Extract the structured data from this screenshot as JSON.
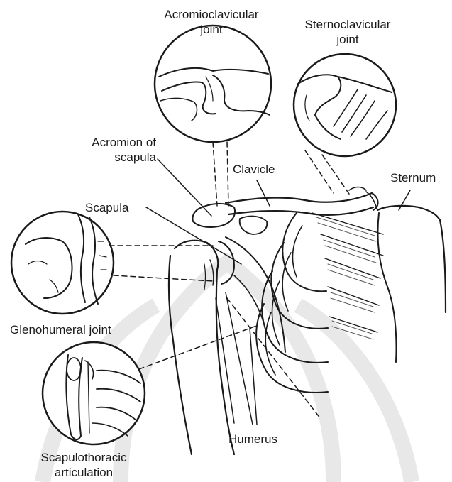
{
  "labels": {
    "acromioclavicular_joint": [
      "Acromioclavicular",
      "joint"
    ],
    "sternoclavicular_joint": [
      "Sternoclavicular",
      "joint"
    ],
    "acromion_of_scapula": [
      "Acromion of",
      "scapula"
    ],
    "clavicle": "Clavicle",
    "sternum": "Sternum",
    "scapula": "Scapula",
    "glenohumeral_joint": "Glenohumeral joint",
    "humerus": "Humerus",
    "scapulothoracic_articulation": [
      "Scapulothoracic",
      "articulation"
    ]
  },
  "colors": {
    "ink": "#1a1a1a",
    "watermark": "#e6e6e6",
    "background": "#ffffff"
  }
}
